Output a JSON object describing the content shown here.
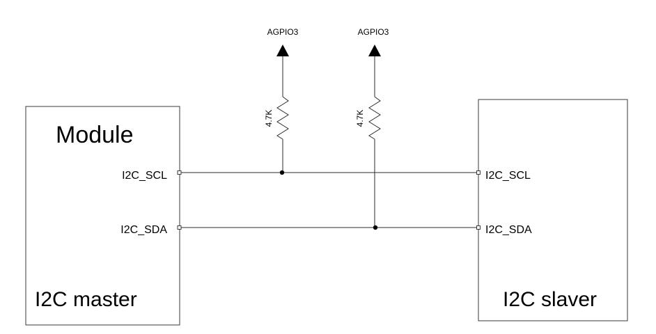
{
  "module_block": {
    "title": "Module",
    "role": "I2C master",
    "pins": {
      "scl": "I2C_SCL",
      "sda": "I2C_SDA"
    }
  },
  "slave_block": {
    "role": "I2C slaver",
    "pins": {
      "scl": "I2C_SCL",
      "sda": "I2C_SDA"
    }
  },
  "pullups": [
    {
      "supply": "AGPIO3",
      "resistor": "4.7K"
    },
    {
      "supply": "AGPIO3",
      "resistor": "4.7K"
    }
  ]
}
